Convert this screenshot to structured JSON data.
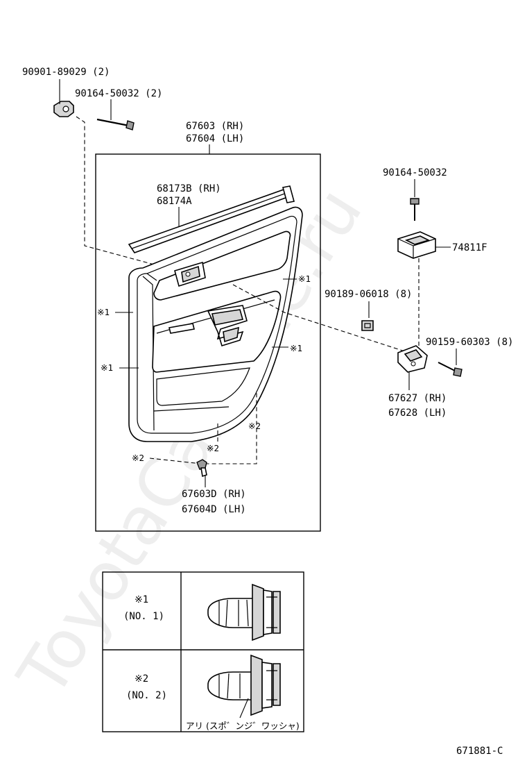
{
  "diagram_code": "671881-C",
  "watermark": "ToyotaCarMine.ru",
  "parts": {
    "clip_90901": "90901-89029 (2)",
    "screw_90164_a": "90164-50032 (2)",
    "panel_rh": "67603 (RH)",
    "panel_lh": "67604 (LH)",
    "weatherstrip_rh": "68173B (RH)",
    "weatherstrip_lh": "68174A",
    "screw_90164_b": "90164-50032",
    "switch_base": "74811F",
    "nut_90189": "90189-06018 (8)",
    "screw_90159": "90159-60303 (8)",
    "handle_rh": "67627 (RH)",
    "handle_lh": "67628 (LH)",
    "clip_rh": "67603D (RH)",
    "clip_lh": "67604D (LH)"
  },
  "callouts": {
    "c1_right_top": "※1",
    "c1_left_a": "※1",
    "c1_left_b": "※1",
    "c1_right_mid": "※1",
    "c2_bottom_mid": "※2",
    "c2_bottom_right": "※2",
    "c2_bottom_left": "※2"
  },
  "legend": {
    "rows": [
      {
        "mark": "※1",
        "name": "(NO. 1)"
      },
      {
        "mark": "※2",
        "name": "(NO. 2)"
      }
    ],
    "note": "アリ (スポ゛ンジ゛ワッシャ)"
  }
}
